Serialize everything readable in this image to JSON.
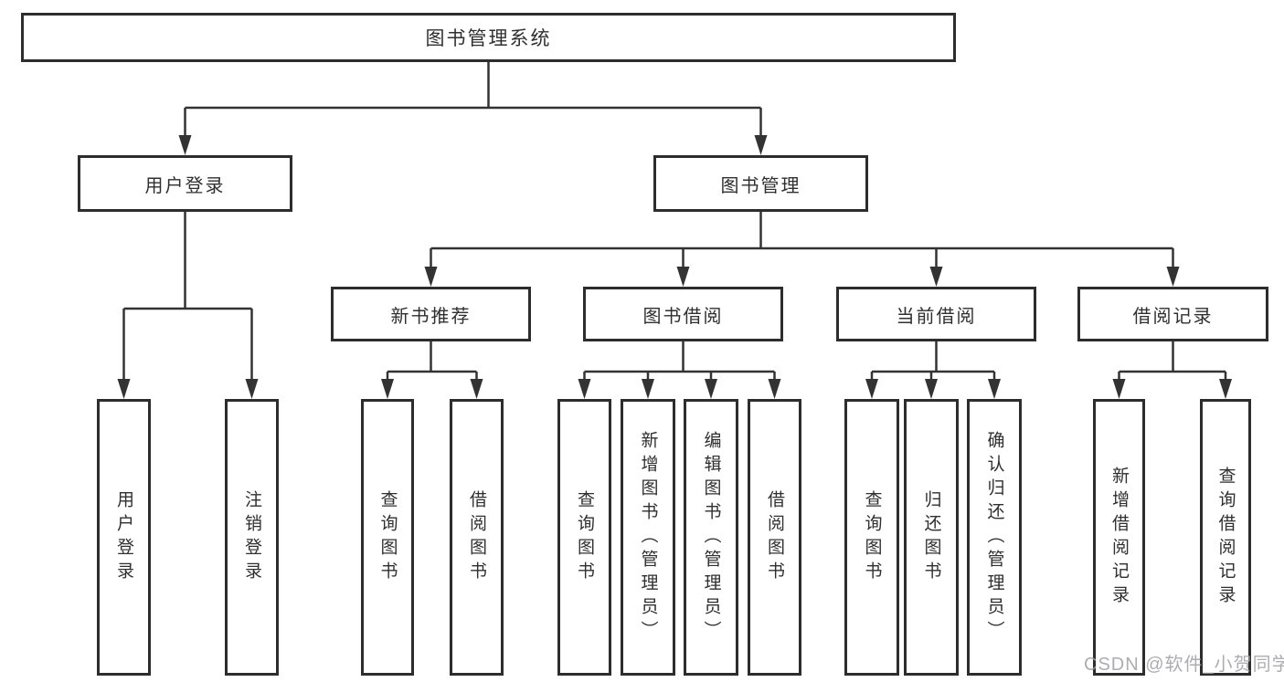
{
  "tree": {
    "root": {
      "label": "图书管理系统"
    },
    "level1": [
      {
        "label": "用户登录",
        "children": [
          {
            "label": "用户登录"
          },
          {
            "label": "注销登录"
          }
        ]
      },
      {
        "label": "图书管理",
        "children": [
          {
            "label": "新书推荐",
            "children": [
              {
                "label": "查询图书"
              },
              {
                "label": "借阅图书"
              }
            ]
          },
          {
            "label": "图书借阅",
            "children": [
              {
                "label": "查询图书"
              },
              {
                "label": "新增图书（管理员）"
              },
              {
                "label": "编辑图书（管理员）"
              },
              {
                "label": "借阅图书"
              }
            ]
          },
          {
            "label": "当前借阅",
            "children": [
              {
                "label": "查询图书"
              },
              {
                "label": "归还图书"
              },
              {
                "label": "确认归还（管理员）"
              }
            ]
          },
          {
            "label": "借阅记录",
            "children": [
              {
                "label": "新增借阅记录"
              },
              {
                "label": "查询借阅记录"
              }
            ]
          }
        ]
      }
    ]
  },
  "watermark": {
    "text": "CSDN @软件_小贺同学"
  },
  "colors": {
    "line": "#333333",
    "box_border": "#2d2d2d",
    "text": "#2f2f2f",
    "watermark": "#9f9fa3",
    "background": "#ffffff"
  }
}
